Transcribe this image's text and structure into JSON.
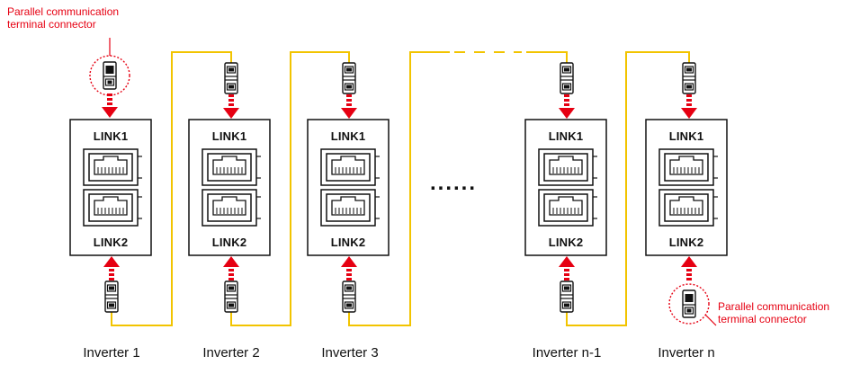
{
  "callouts": {
    "top": {
      "line1": "Parallel communication",
      "line2": "terminal connector"
    },
    "bottom": {
      "line1": "Parallel communication",
      "line2": "terminal connector"
    }
  },
  "port_labels": {
    "upper": "LINK1",
    "lower": "LINK2"
  },
  "ellipsis": "......",
  "inverters": [
    {
      "name": "Inverter 1"
    },
    {
      "name": "Inverter 2"
    },
    {
      "name": "Inverter 3"
    },
    {
      "name": "Inverter n-1"
    },
    {
      "name": "Inverter n"
    }
  ],
  "colors": {
    "cable": "#f2c400",
    "arrow": "#e60012",
    "accent": "#e60012",
    "outline": "#222222"
  }
}
